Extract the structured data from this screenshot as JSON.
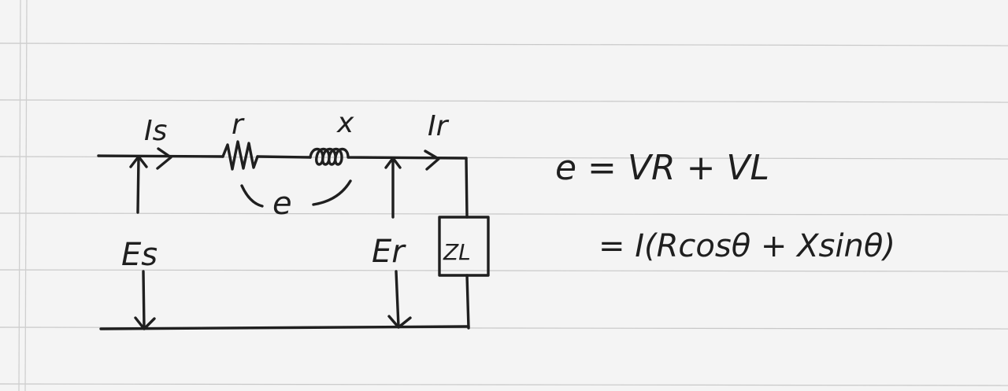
{
  "diagram": {
    "labels": {
      "is": "Is",
      "r": "r",
      "x": "x",
      "ir": "Ir",
      "e": "e",
      "es": "Es",
      "er": "Er",
      "zl": "ZL"
    },
    "equations": {
      "line1": "e = VR + VL",
      "line2": "= I(Rcosθ + Xsinθ)"
    }
  }
}
